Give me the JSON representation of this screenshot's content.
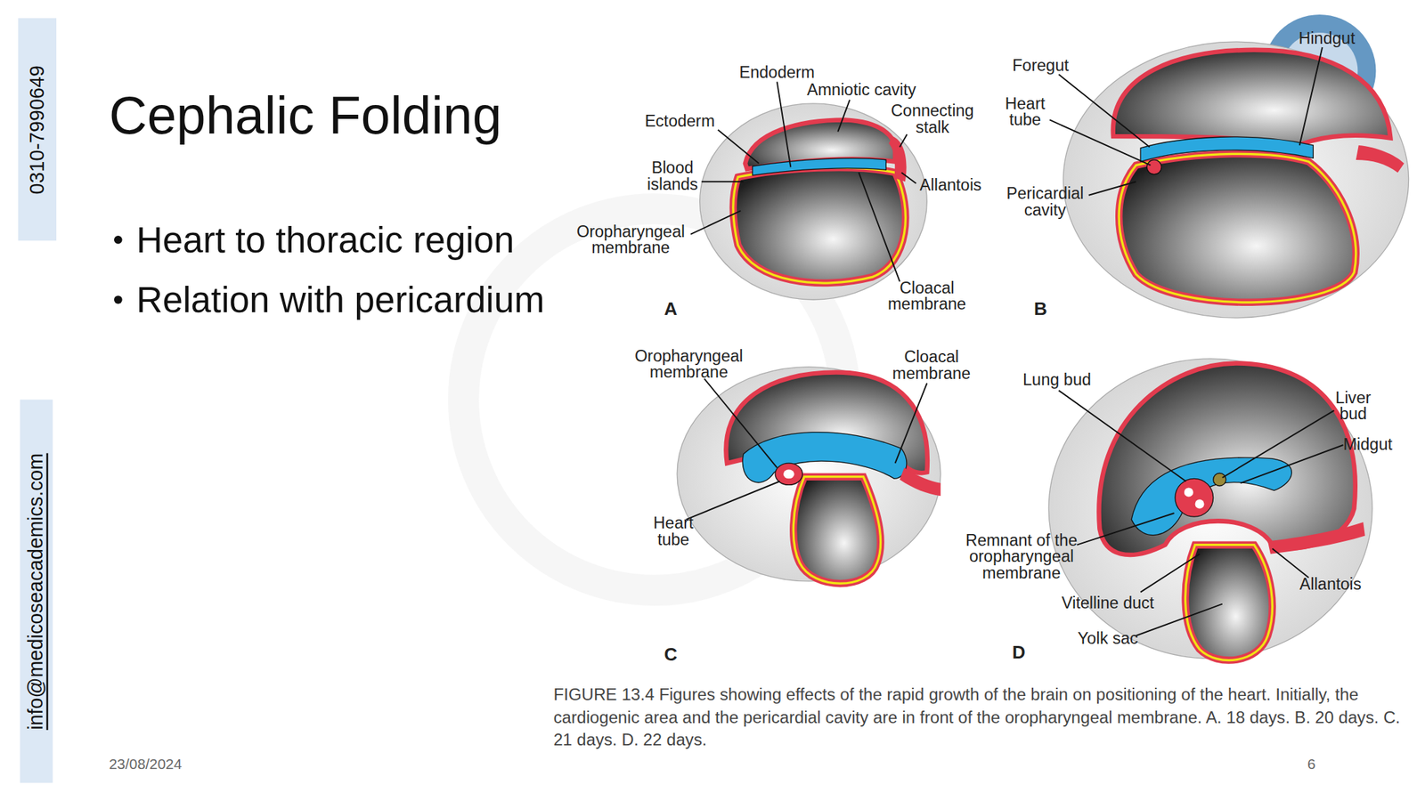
{
  "diagram": {
    "title": "Cephalic Folding",
    "caption": "FIGURE 13.4 Figures showing effects of the rapid growth of the brain on positioning of the heart. Initially, the cardiogenic area and the pericardial cavity are in front of the oropharyngeal membrane. A. 18 days. B. 20 days. C. 21 days. D. 22 days.",
    "nodes": [
      {
        "text": [
          "0310-7990649"
        ]
      },
      {
        "text": [
          "info@medicoseacademics.com"
        ]
      }
    ],
    "labels": [
      "Heart to thoracic region",
      "Relation with pericardium",
      "Endoderm",
      "Amniotic cavity",
      "Ectoderm",
      "Connecting stalk",
      "Blood islands",
      "Allantois",
      "Oropharyngeal membrane",
      "Cloacal membrane",
      "A",
      "Foregut",
      "Hindgut",
      "Heart tube",
      "Pericardial cavity",
      "B",
      "Oropharyngeal membrane",
      "Cloacal membrane",
      "Heart tube",
      "C",
      "Lung bud",
      "Liver bud",
      "Midgut",
      "Remnant of the oropharyngeal membrane",
      "Allantois",
      "Vitelline duct",
      "Yolk sac",
      "D",
      "23/08/2024",
      "6"
    ]
  }
}
